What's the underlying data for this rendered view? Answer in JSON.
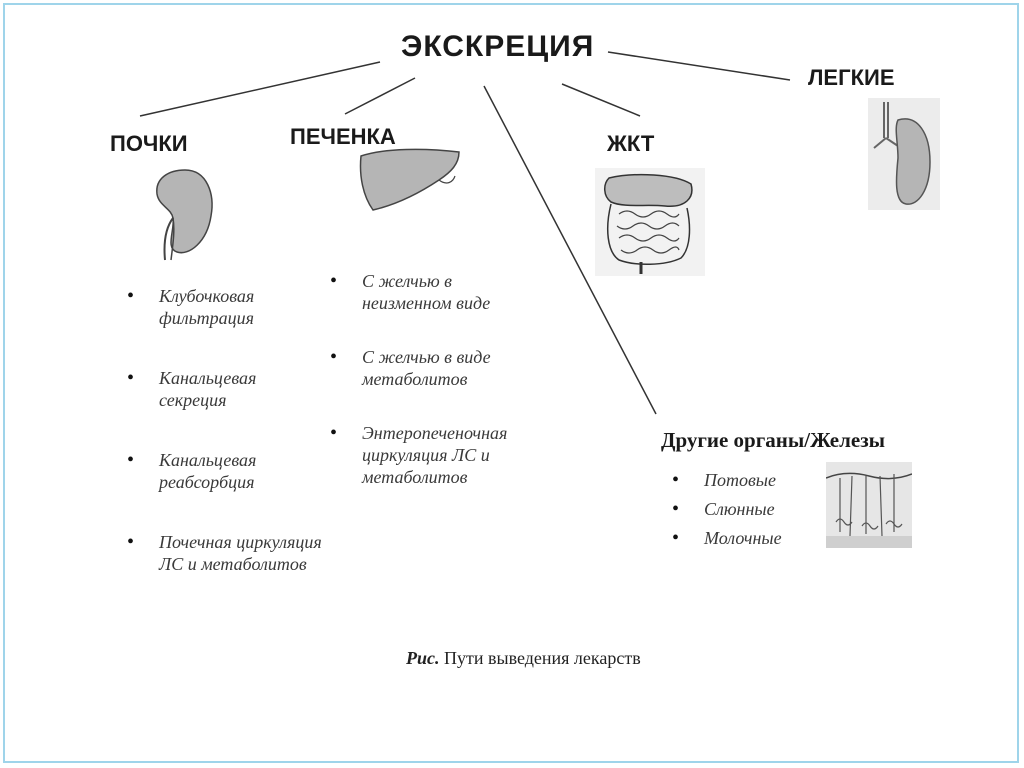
{
  "diagram": {
    "title": "ЭКСКРЕЦИЯ",
    "branches": {
      "kidneys": {
        "label": "ПОЧКИ",
        "items": [
          "Клубочковая фильтрация",
          "Канальцевая секреция",
          "Канальцевая реабсорбция",
          "Почечная циркуляция ЛС и метаболитов"
        ]
      },
      "liver": {
        "label": "ПЕЧЕНКА",
        "items": [
          "С желчью в неизменном виде",
          "С желчью в виде метаболитов",
          "Энтеропеченочная циркуляция ЛС и метаболитов"
        ]
      },
      "gi": {
        "label": "ЖКТ"
      },
      "lungs": {
        "label": "ЛЕГКИЕ"
      },
      "other": {
        "label": "Другие органы/Железы",
        "items": [
          "Потовые",
          "Слюнные",
          "Молочные"
        ]
      }
    },
    "caption": {
      "prefix": "Рис.",
      "text": "Пути выведения лекарств"
    }
  },
  "icons": [
    "kidney-icon",
    "liver-icon",
    "gi-tract-icon",
    "lung-icon",
    "skin-gland-icon"
  ],
  "colors": {
    "frame": "#9fd4ea",
    "organ_fill": "#b5b5b5",
    "text": "#1a1a1a"
  }
}
